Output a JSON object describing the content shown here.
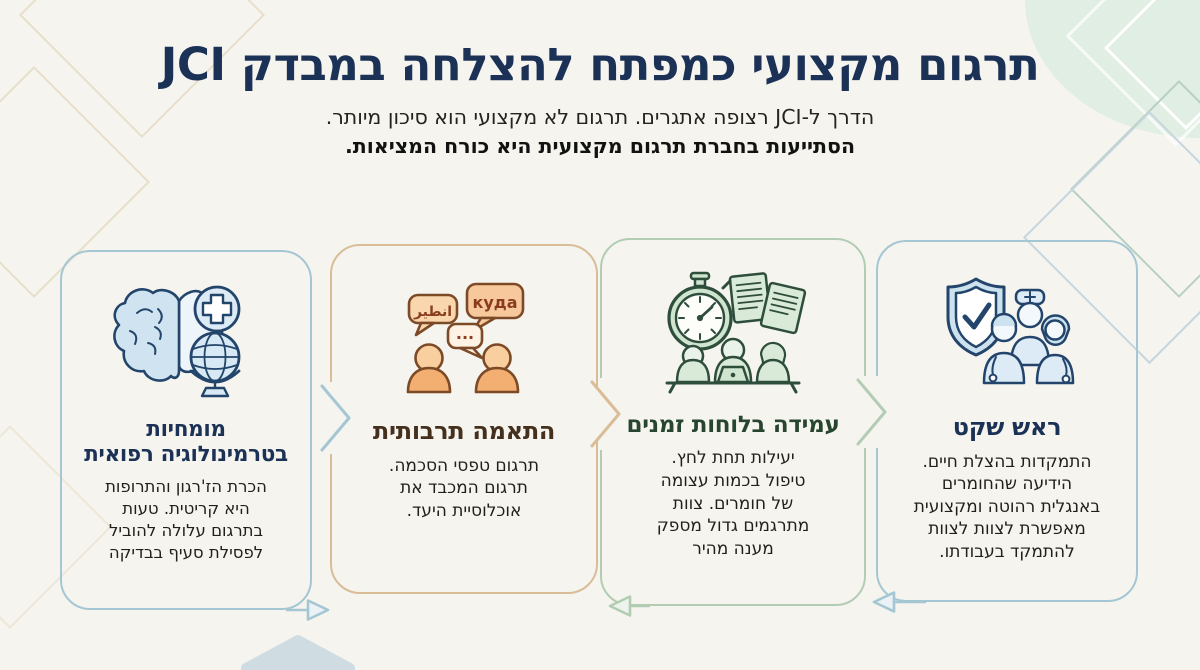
{
  "header": {
    "title": "תרגום מקצועי כמפתח להצלחה במבדק JCI",
    "subtitle": "הדרך ל-JCI רצופה אתגרים. תרגום לא מקצועי הוא סיכון מיותר.",
    "subtitle_bold": "הסתייעות בחברת תרגום מקצועית היא כורח המציאות."
  },
  "cards": [
    {
      "id": "quiet-mind",
      "title": "ראש שקט",
      "body": "התמקדות בהצלת חיים.\nהידיעה שהחומרים\nבאנגלית רהוטה ומקצועית\nמאפשרת לצוות לצוות\nלהתמקד בעבודתו.",
      "icon": "shield-check-medical-team-icon",
      "accent_color": "#a5c6d3",
      "title_color": "#1c3156"
    },
    {
      "id": "deadlines",
      "title": "עמידה בלוחות זמנים",
      "body": "יעילות תחת לחץ.\nטיפול בכמות עצומה\nשל חומרים. צוות\nמתרגמים גדול מספק\nמענה מהיר",
      "icon": "stopwatch-documents-translators-icon",
      "accent_color": "#b3cdb4",
      "title_color": "#27452f"
    },
    {
      "id": "cultural-fit",
      "title": "התאמה תרבותית",
      "body": "תרגום טפסי הסכמה.\nתרגום המכבד את\nאוכלוסיית היעד.",
      "icon": "speech-bubbles-people-icon",
      "speech_bubbles": {
        "bubble_1": "куда",
        "bubble_2": "انطير",
        "bubble_3": "..."
      },
      "accent_color": "#d9bd97",
      "title_color": "#45301d"
    },
    {
      "id": "medical-terminology",
      "title": "מומחיות\nבטרמינולוגיה רפואית",
      "body": "הכרת הז'רגון והתרופות\nהיא קריטית. טעות\nבתרגום עלולה להוביל\nלפסילת סעיף בבדיקה",
      "icon": "brain-globe-medical-icon",
      "accent_color": "#a5c6d3",
      "title_color": "#1c3156"
    }
  ]
}
